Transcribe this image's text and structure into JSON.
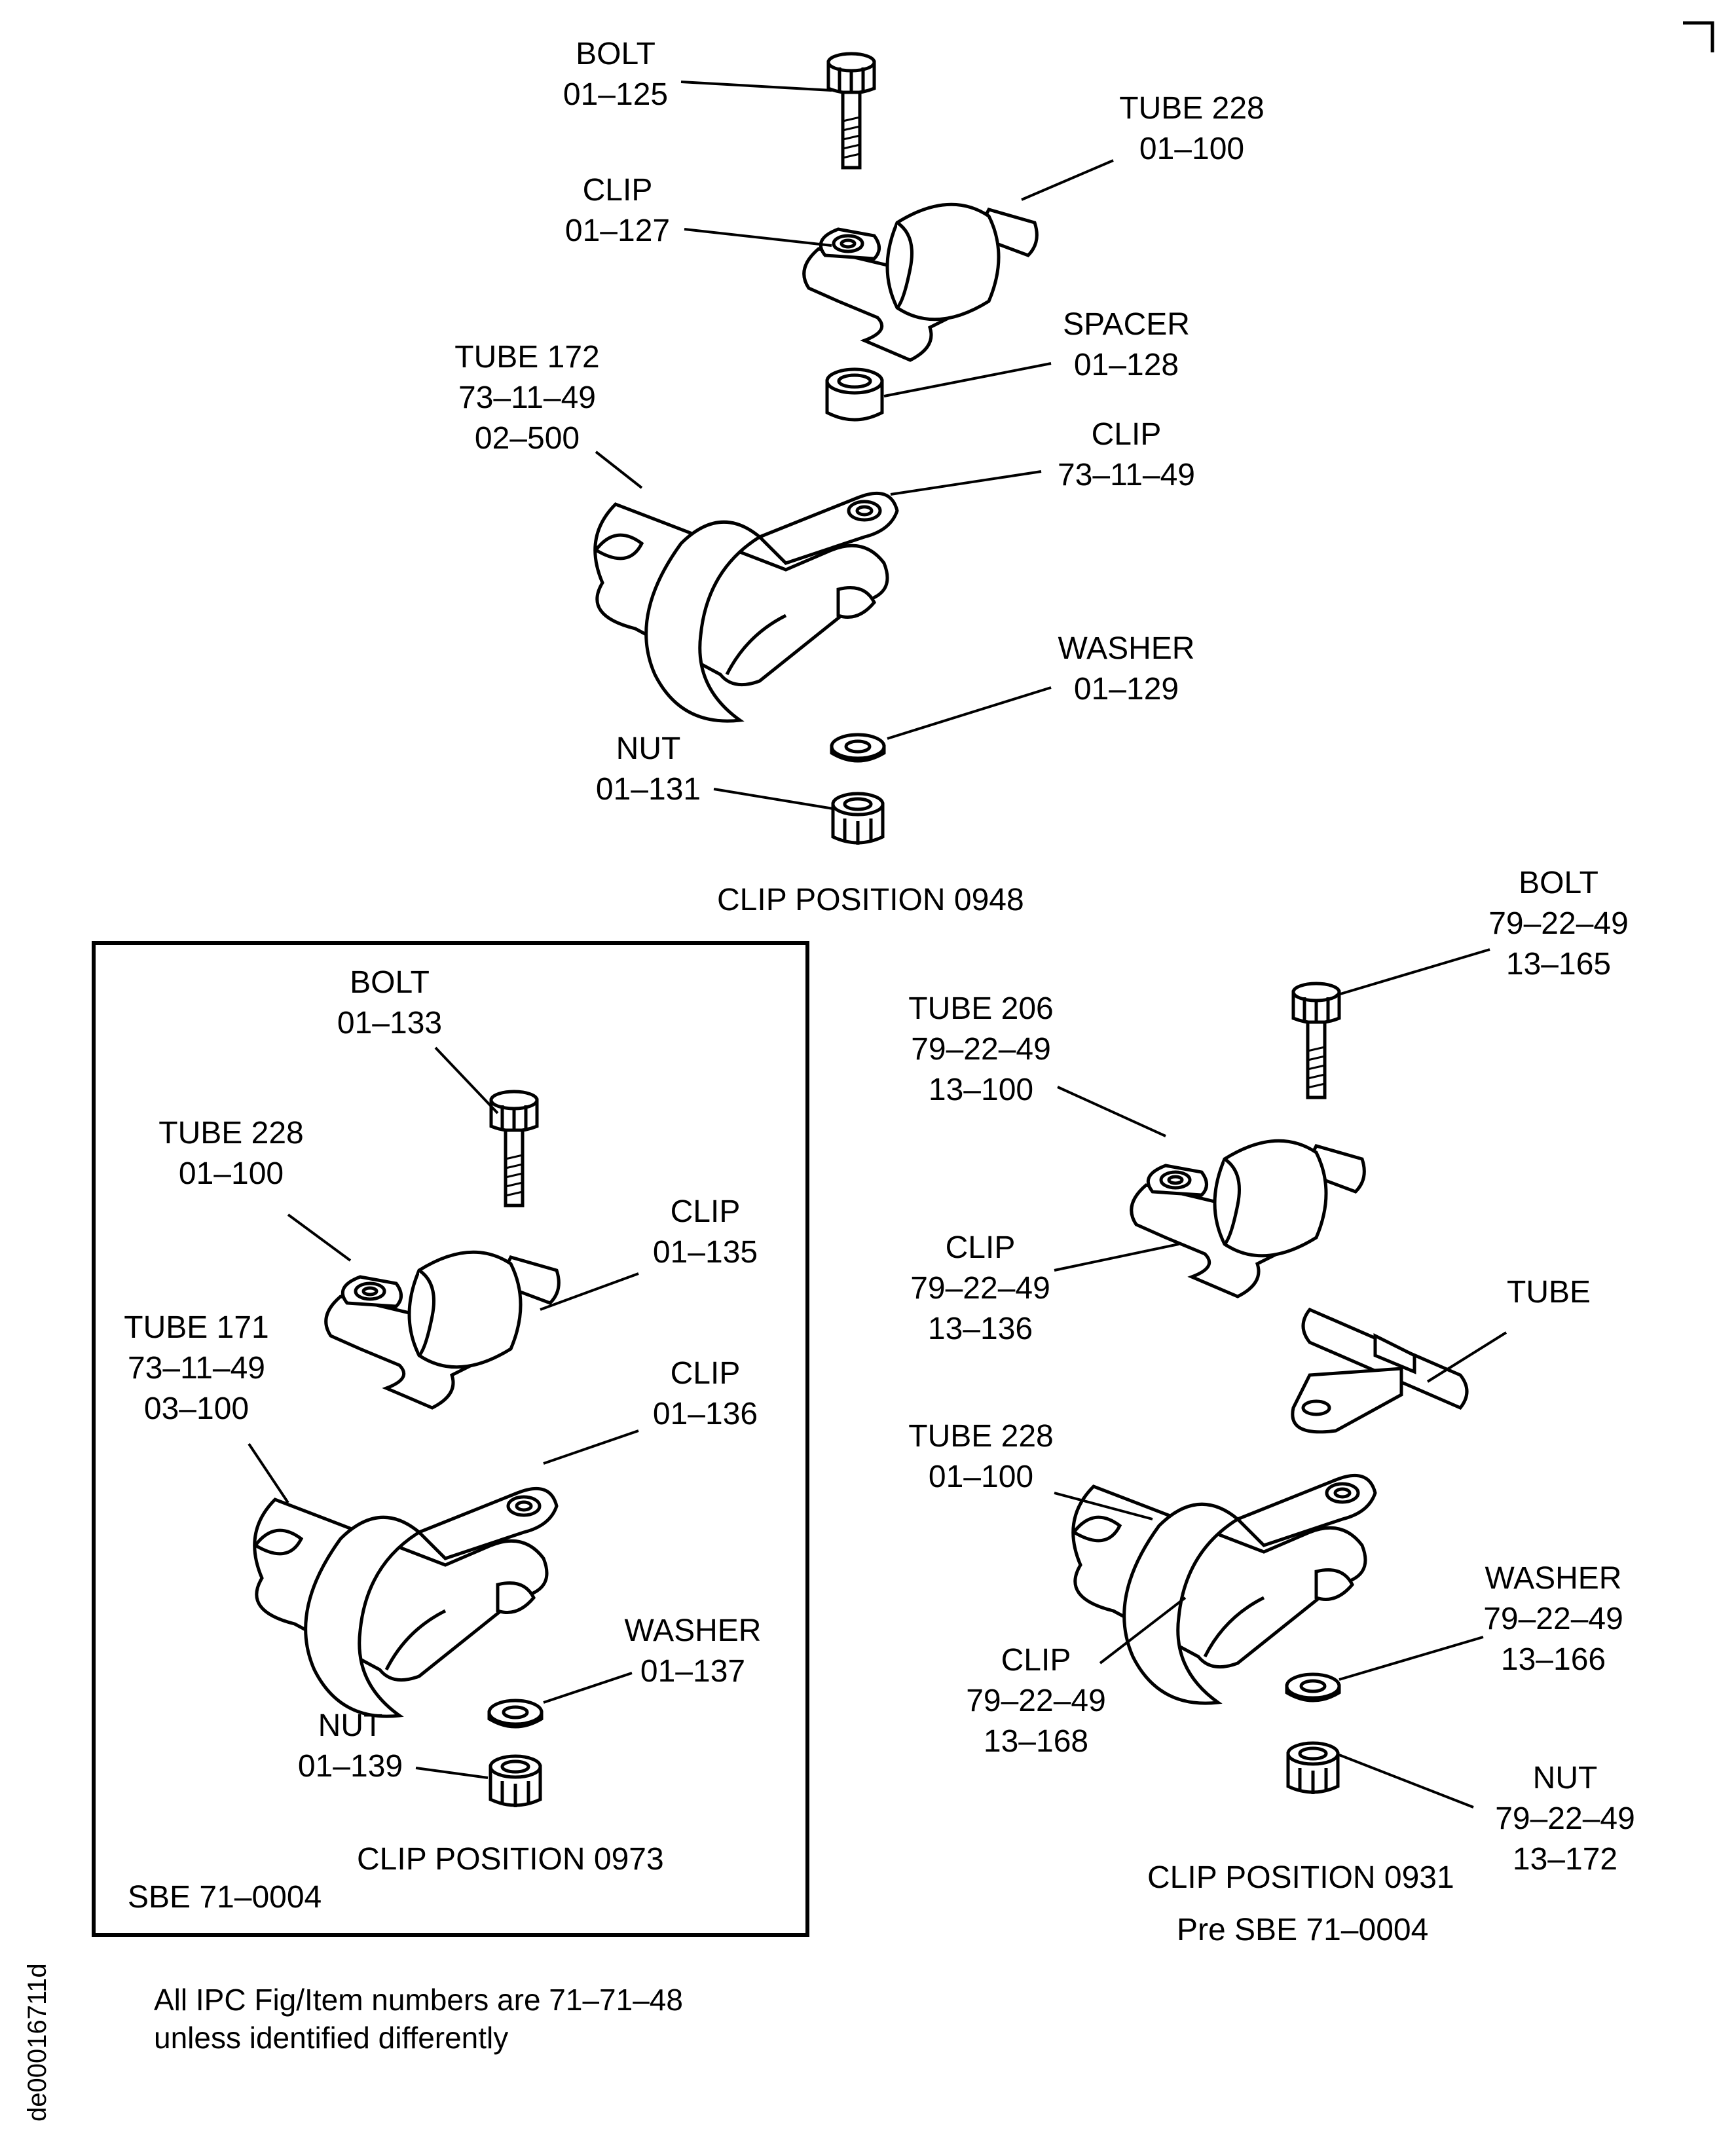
{
  "drawing_id": "de00016711d",
  "note": [
    "All IPC Fig/Item numbers are 71–71–48",
    "unless identified differently"
  ],
  "views": {
    "pos0948": {
      "caption": "CLIP POSITION 0948",
      "bolt": [
        "BOLT",
        "01–125"
      ],
      "tube228": [
        "TUBE 228",
        "01–100"
      ],
      "clip1": [
        "CLIP",
        "01–127"
      ],
      "spacer": [
        "SPACER",
        "01–128"
      ],
      "tube172": [
        "TUBE 172",
        "73–11–49",
        "02–500"
      ],
      "clip2": [
        "CLIP",
        "73–11–49"
      ],
      "washer": [
        "WASHER",
        "01–129"
      ],
      "nut": [
        "NUT",
        "01–131"
      ]
    },
    "pos0973": {
      "caption": "CLIP POSITION 0973",
      "sbe": "SBE 71–0004",
      "bolt": [
        "BOLT",
        "01–133"
      ],
      "tube228": [
        "TUBE 228",
        "01–100"
      ],
      "clip1": [
        "CLIP",
        "01–135"
      ],
      "tube171": [
        "TUBE 171",
        "73–11–49",
        "03–100"
      ],
      "clip2": [
        "CLIP",
        "01–136"
      ],
      "washer": [
        "WASHER",
        "01–137"
      ],
      "nut": [
        "NUT",
        "01–139"
      ]
    },
    "pos0931": {
      "caption": "CLIP POSITION 0931",
      "subcaption": "Pre SBE 71–0004",
      "bolt": [
        "BOLT",
        "79–22–49",
        "13–165"
      ],
      "tube206": [
        "TUBE 206",
        "79–22–49",
        "13–100"
      ],
      "clip1": [
        "CLIP",
        "79–22–49",
        "13–136"
      ],
      "tube": [
        "TUBE"
      ],
      "tube228": [
        "TUBE 228",
        "01–100"
      ],
      "clip2": [
        "CLIP",
        "79–22–49",
        "13–168"
      ],
      "washer": [
        "WASHER",
        "79–22–49",
        "13–166"
      ],
      "nut": [
        "NUT",
        "79–22–49",
        "13–172"
      ]
    }
  }
}
